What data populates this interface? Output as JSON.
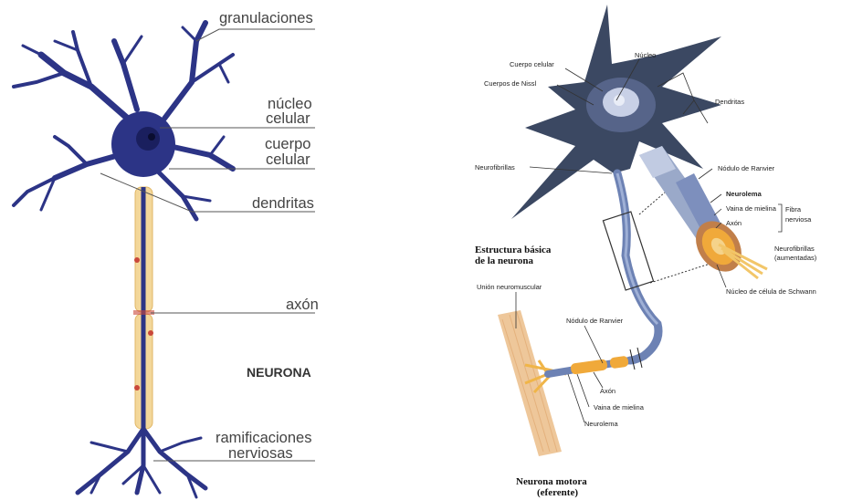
{
  "left_diagram": {
    "labels": {
      "granulaciones": "granulaciones",
      "nucleo_1": "núcleo",
      "nucleo_2": "celular",
      "cuerpo_1": "cuerpo",
      "cuerpo_2": "celular",
      "dendritas": "dendritas",
      "axon": "axón",
      "neurona": "NEURONA",
      "ramif_1": "ramificaciones",
      "ramif_2": "nerviosas"
    },
    "colors": {
      "neuron": "#2c3486",
      "axon": "#f3d79a",
      "node": "#c9483a",
      "line": "#555555"
    }
  },
  "right_diagram": {
    "labels": {
      "cuerpo_celular": "Cuerpo celular",
      "nucleo": "Núcleo",
      "cuerpos_nissl": "Cuerpos de Nissl",
      "dendritas": "Dendritas",
      "neurofibrillas": "Neurofibrillas",
      "nodulo_ranvier_top": "Nódulo de Ranvier",
      "neurolema_top": "Neurolema",
      "vaina_top": "Vaina de mielina",
      "axon_top": "Axón",
      "fibra_1": "Fibra",
      "fibra_2": "nerviosa",
      "neurofib_aum_1": "Neurofibrillas",
      "neurofib_aum_2": "(aumentadas)",
      "nucleo_schwann": "Núcleo de célula de Schwann",
      "estructura_1": "Estructura básica",
      "estructura_2": "de la neurona",
      "union": "Unión neuromuscular",
      "nodulo_ranvier_bottom": "Nódulo de Ranvier",
      "axon_bottom": "Axón",
      "vaina_bottom": "Vaina de mielina",
      "neurolema_bottom": "Neurolema",
      "motora_1": "Neurona motora",
      "motora_2": "(eferente)"
    },
    "colors": {
      "cell": "#3b4862",
      "axon": "#6d82b4",
      "myelin": "#f0a93a",
      "muscle": "#eec79a"
    }
  }
}
